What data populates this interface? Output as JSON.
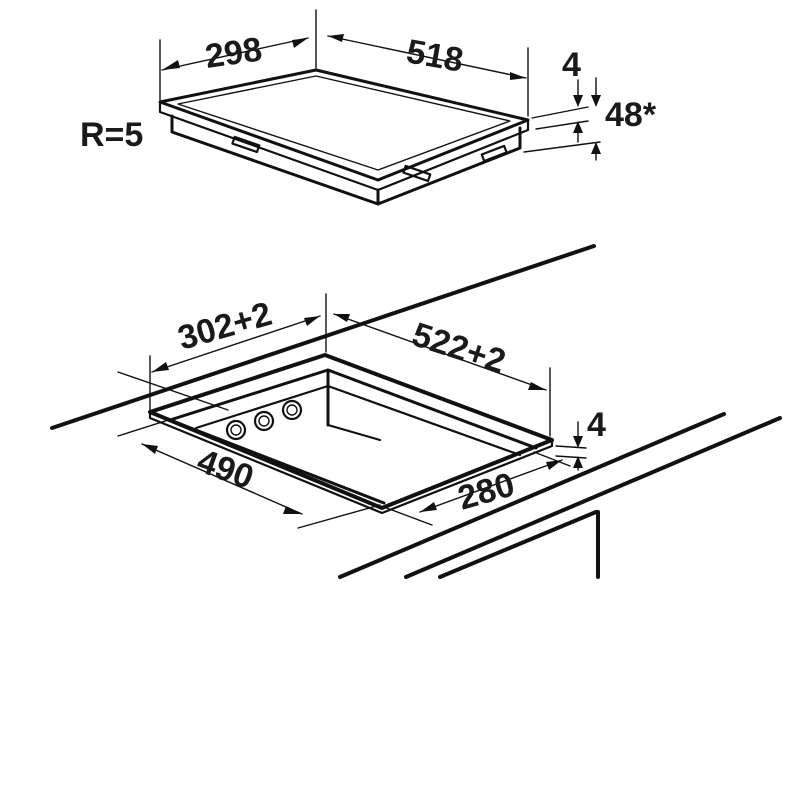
{
  "hob": {
    "width_label": "298",
    "depth_label": "518",
    "glass_thickness_label": "4",
    "height_label": "48*",
    "radius_label": "R=5"
  },
  "cutout": {
    "width_label": "302+2",
    "depth_label": "522+2",
    "min_depth_label": "490",
    "min_width_label": "280",
    "recess_label": "4"
  }
}
